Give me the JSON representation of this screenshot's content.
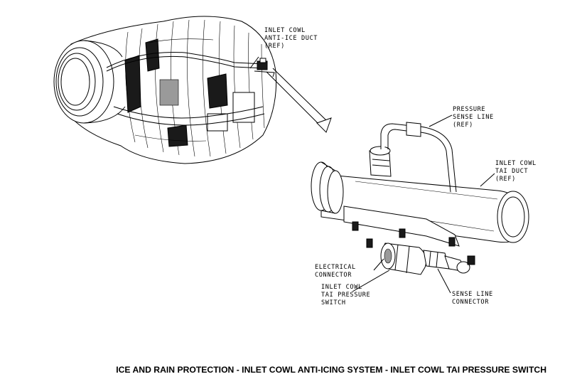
{
  "labels": {
    "inlet_cowl_duct": [
      "INLET COWL",
      "ANTI-ICE DUCT",
      "(REF)"
    ],
    "pressure_sense_line": [
      "PRESSURE",
      "SENSE LINE",
      "(REF)"
    ],
    "tai_duct": [
      "INLET COWL",
      "TAI DUCT",
      "(REF)"
    ],
    "electrical_connector": [
      "ELECTRICAL",
      "CONNECTOR"
    ],
    "pressure_switch": [
      "INLET COWL",
      "TAI PRESSURE",
      "SWITCH"
    ],
    "sense_line_connector": [
      "SENSE LINE",
      "CONNECTOR"
    ]
  },
  "caption": "ICE AND RAIN PROTECTION - INLET COWL ANTI-ICING SYSTEM - INLET COWL TAI PRESSURE SWITCH"
}
